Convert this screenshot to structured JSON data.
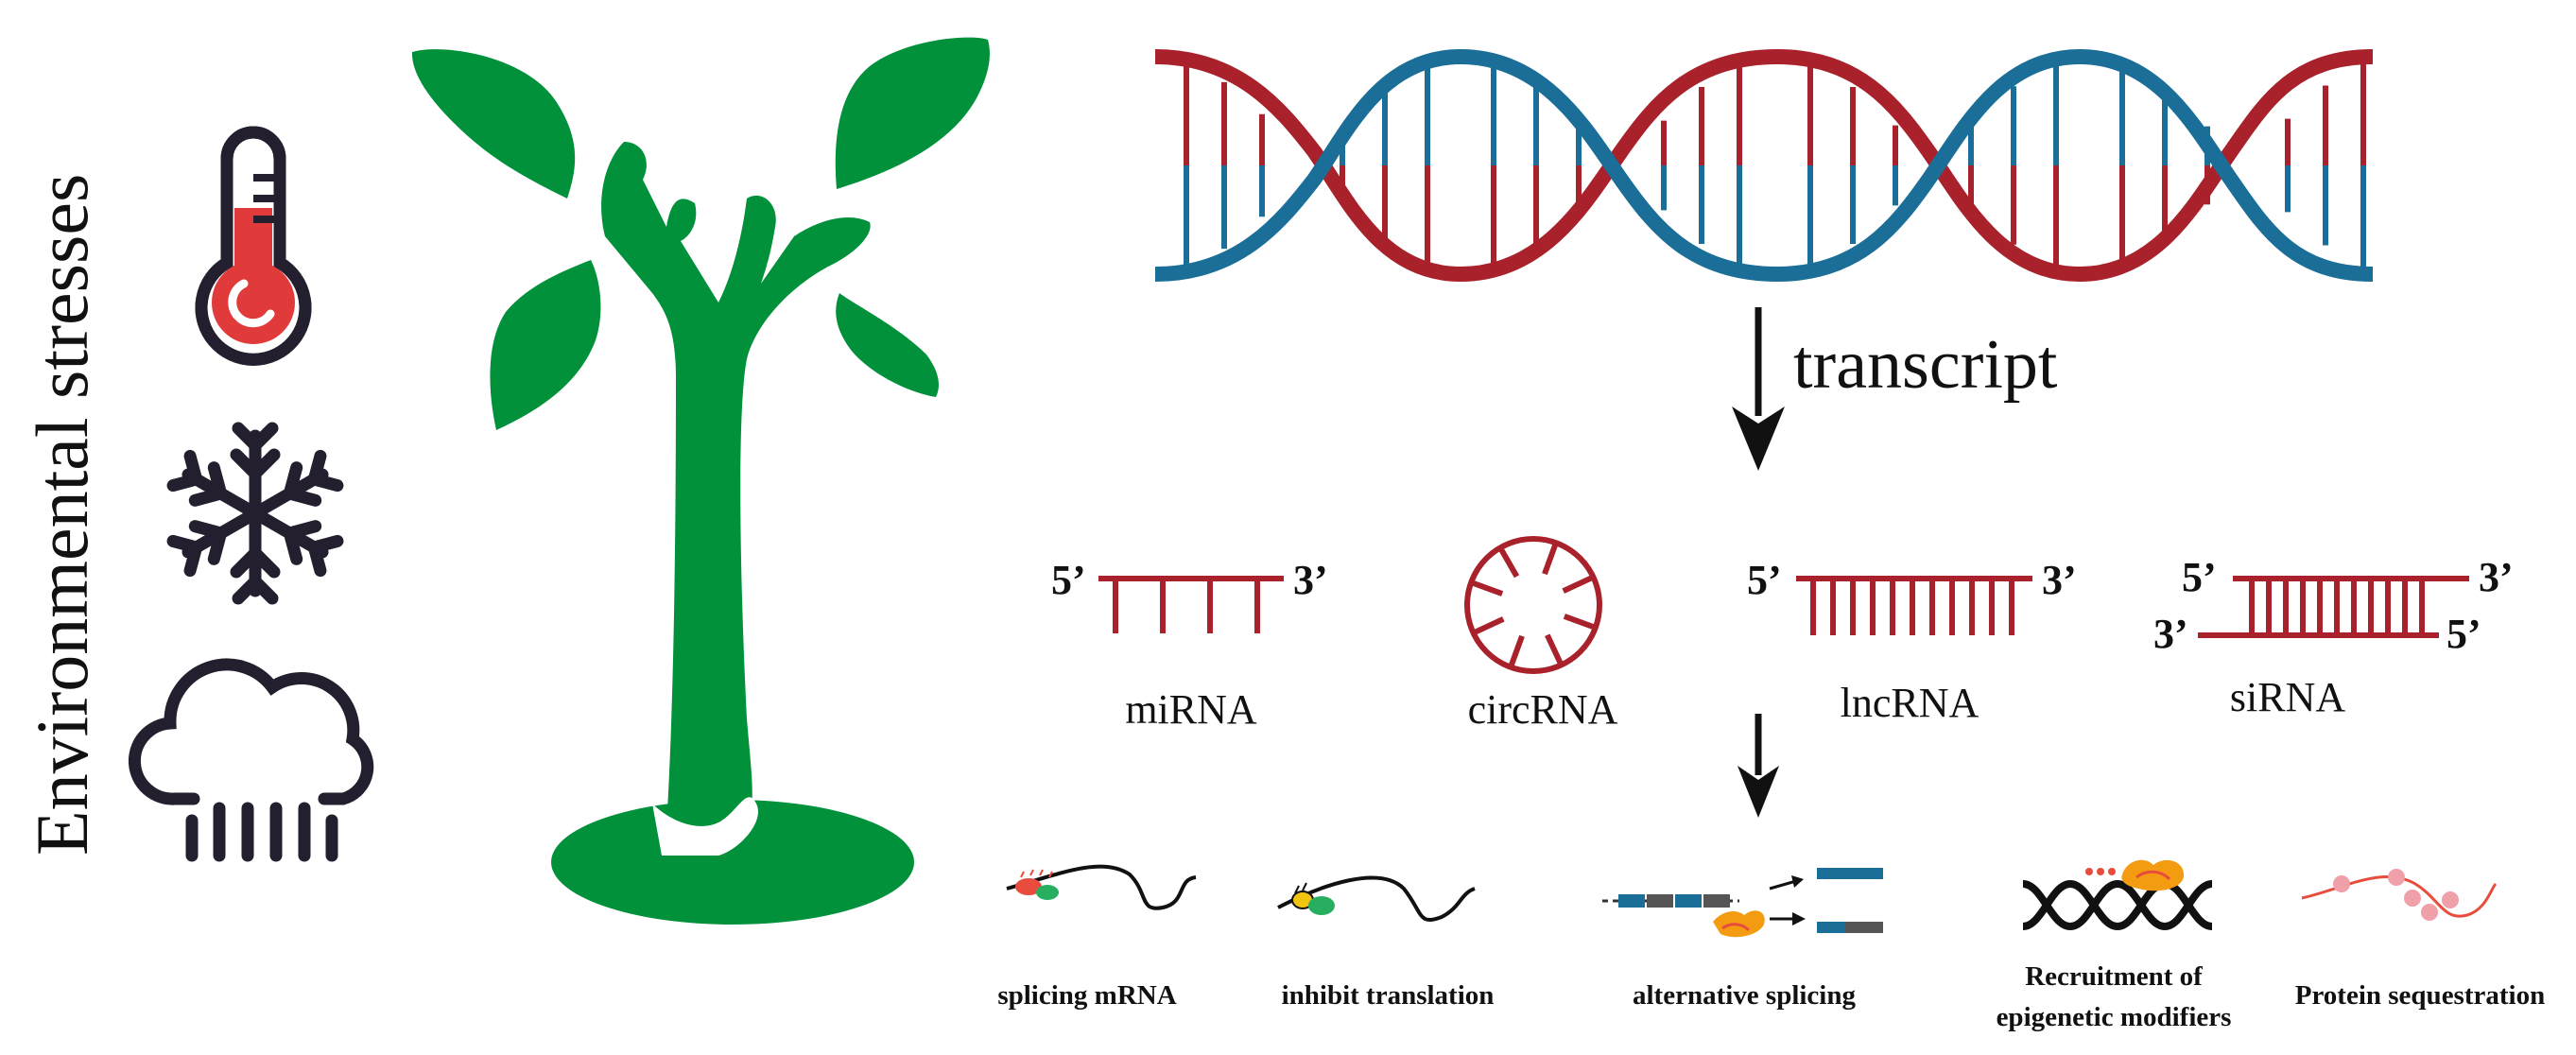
{
  "side_label": "Environmental stresses",
  "stress_icons": [
    {
      "name": "thermometer-icon"
    },
    {
      "name": "snowflake-icon"
    },
    {
      "name": "rain-cloud-icon"
    }
  ],
  "transcript_label": "transcript",
  "rnas": [
    {
      "name": "miRNA",
      "end5": "5’",
      "end3": "3’"
    },
    {
      "name": "circRNA"
    },
    {
      "name": "lncRNA",
      "end5": "5’",
      "end3": "3’"
    },
    {
      "name": "siRNA",
      "top5": "5’",
      "top3": "3’",
      "bottom3": "3’",
      "bottom5": "5’"
    }
  ],
  "functions": [
    {
      "label": "splicing mRNA"
    },
    {
      "label": "inhibit translation"
    },
    {
      "label": "alternative splicing"
    },
    {
      "label_line1": "Recruitment of",
      "label_line2": "epigenetic modifiers"
    },
    {
      "label": "Protein sequestration"
    }
  ],
  "colors": {
    "plant_green": "#00913a",
    "dna_red": "#a8212b",
    "dna_blue": "#1a6e97",
    "rna_red": "#a8212b",
    "text": "#111111",
    "thermo_red": "#e03a3a",
    "icon_dark": "#231f2e",
    "exon_blue": "#1a6e97",
    "exon_gray": "#555555",
    "protein_orange": "#f39c12",
    "protein_pink": "#f0a0a8"
  }
}
